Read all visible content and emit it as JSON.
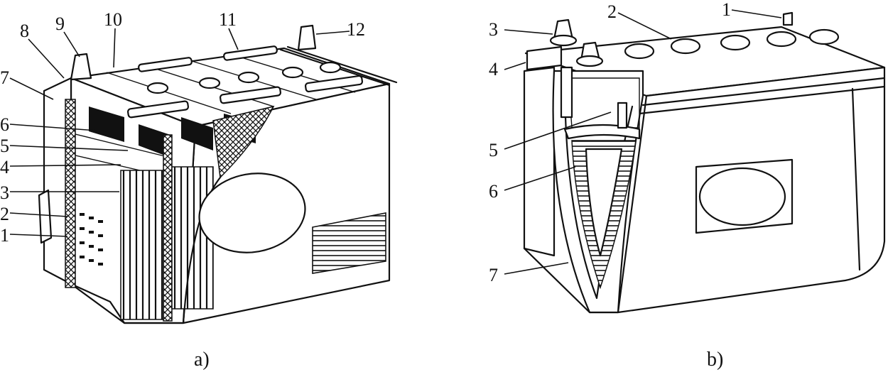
{
  "figure_a": {
    "caption": "a)",
    "labels": [
      "1",
      "2",
      "3",
      "4",
      "5",
      "6",
      "7",
      "8",
      "9",
      "10",
      "11",
      "12"
    ]
  },
  "figure_b": {
    "caption": "b)",
    "labels": [
      "1",
      "2",
      "3",
      "4",
      "5",
      "6",
      "7"
    ]
  }
}
